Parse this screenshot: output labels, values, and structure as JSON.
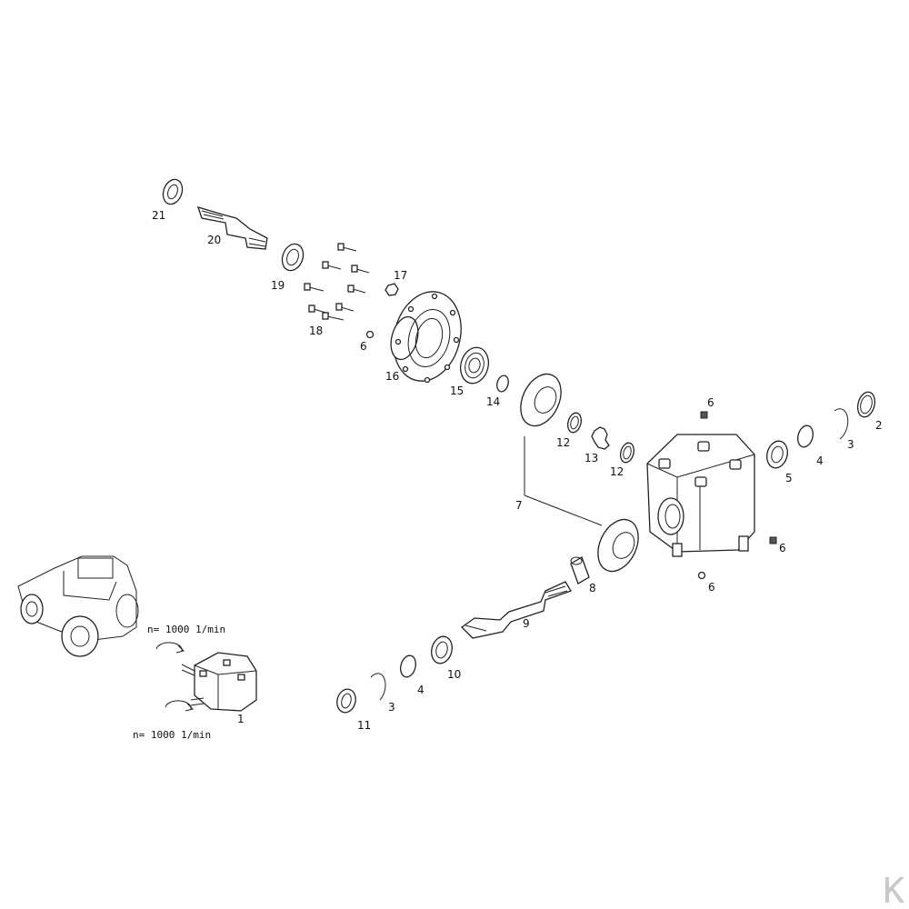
{
  "diagram": {
    "labels": {
      "p1": "1",
      "p2": "2",
      "p3a": "3",
      "p3b": "3",
      "p4a": "4",
      "p4b": "4",
      "p5": "5",
      "p6a": "6",
      "p6b": "6",
      "p6c": "6",
      "p6d": "6",
      "p7": "7",
      "p8": "8",
      "p9": "9",
      "p10": "10",
      "p11": "11",
      "p12a": "12",
      "p12b": "12",
      "p13": "13",
      "p14": "14",
      "p15": "15",
      "p16": "16",
      "p17": "17",
      "p18": "18",
      "p19": "19",
      "p20": "20",
      "p21": "21"
    },
    "speed_top": "n= 1000 1/min",
    "speed_bottom": "n= 1000 1/min",
    "brand_mark": "K"
  }
}
